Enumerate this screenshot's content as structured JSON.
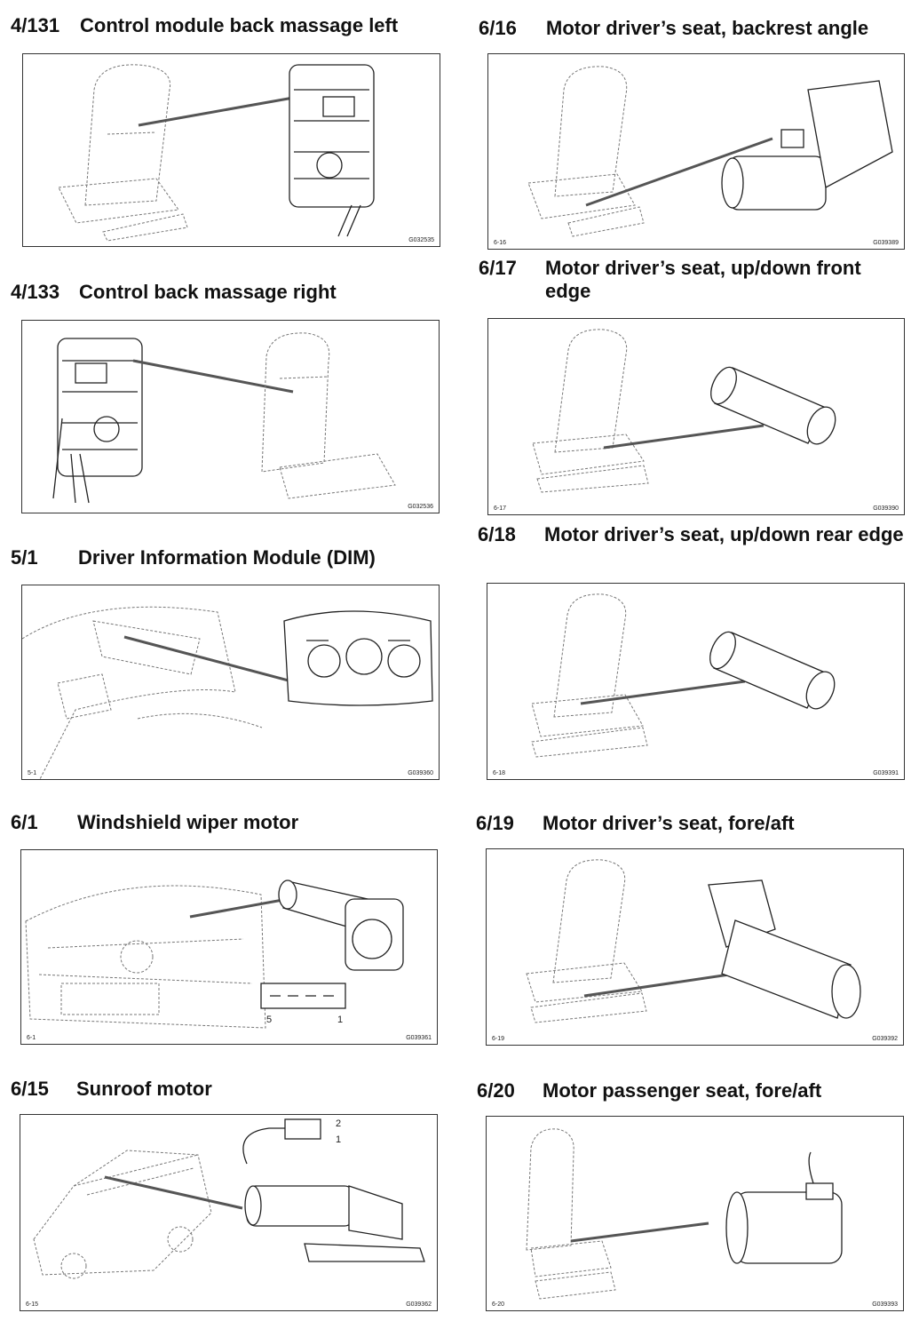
{
  "entries": [
    {
      "code": "4/131",
      "title": "Control module back massage left",
      "fig_id": "G032535",
      "fig_left": ""
    },
    {
      "code": "6/16",
      "title": "Motor driver’s seat, backrest angle",
      "fig_id": "G039389",
      "fig_left": "6-16"
    },
    {
      "code": "4/133",
      "title": "Control back massage right",
      "fig_id": "G032536",
      "fig_left": ""
    },
    {
      "code": "6/17",
      "title": "Motor driver’s seat, up/down front edge",
      "fig_id": "G039390",
      "fig_left": "6-17"
    },
    {
      "code": "5/1",
      "title": "Driver Information Module (DIM)",
      "fig_id": "G039360",
      "fig_left": "5-1"
    },
    {
      "code": "6/18",
      "title": "Motor driver’s seat, up/down rear edge",
      "fig_id": "G039391",
      "fig_left": "6-18"
    },
    {
      "code": "6/1",
      "title": "Windshield wiper motor",
      "fig_id": "G039361",
      "fig_left": "6-1",
      "pins": [
        "5",
        "1"
      ]
    },
    {
      "code": "6/19",
      "title": "Motor driver’s seat, fore/aft",
      "fig_id": "G039392",
      "fig_left": "6-19"
    },
    {
      "code": "6/15",
      "title": "Sunroof motor",
      "fig_id": "G039362",
      "fig_left": "6-15",
      "pins": [
        "2",
        "1"
      ]
    },
    {
      "code": "6/20",
      "title": "Motor passenger seat, fore/aft",
      "fig_id": "G039393",
      "fig_left": "6-20"
    }
  ]
}
